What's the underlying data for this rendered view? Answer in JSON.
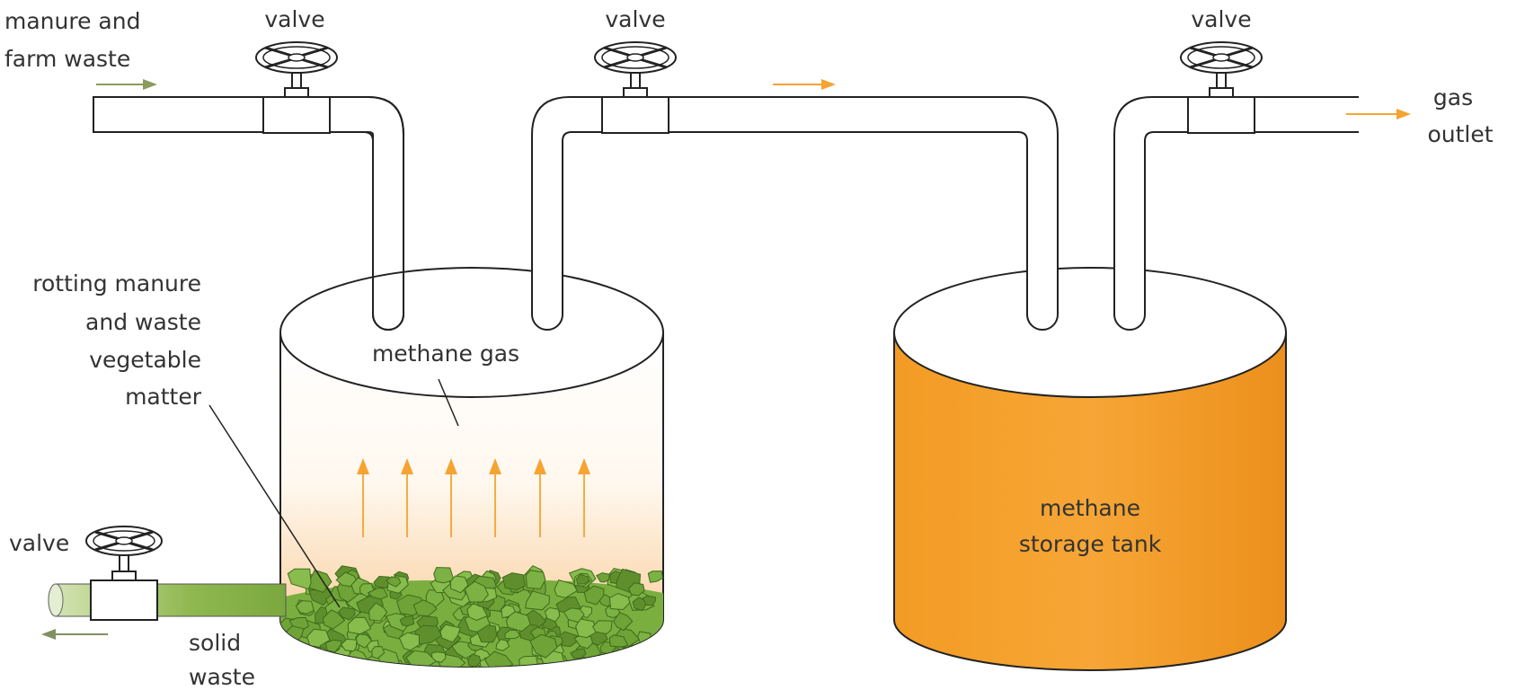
{
  "labels": {
    "manure_input_line1": "manure and",
    "manure_input_line2": "farm waste",
    "valve_inlet": "valve",
    "valve_middle": "valve",
    "valve_outlet": "valve",
    "valve_waste": "valve",
    "gas_outlet_line1": "gas",
    "gas_outlet_line2": "outlet",
    "rotting_line1": "rotting manure",
    "rotting_line2": "and waste",
    "rotting_line3": "vegetable",
    "rotting_line4": "matter",
    "methane_gas": "methane gas",
    "storage_line1": "methane",
    "storage_line2": "storage tank",
    "solid_waste_line1": "solid",
    "solid_waste_line2": "waste"
  },
  "colors": {
    "flow_arrow": "#F5A331",
    "input_arrow": "#8C9A5C",
    "waste_arrow": "#7F9160",
    "storage_fill": "#F6A230",
    "storage_shade": "#EE8F1E",
    "digester_gradient_top": "#FFFFFF",
    "digester_gradient_bottom": "#F8C88E",
    "solid_matter": "#7AAE3F",
    "waste_pipe": "#8FB850",
    "outline": "#222222"
  },
  "icons": {
    "valve": "valve-wheel-icon",
    "arrow": "arrow-icon"
  }
}
